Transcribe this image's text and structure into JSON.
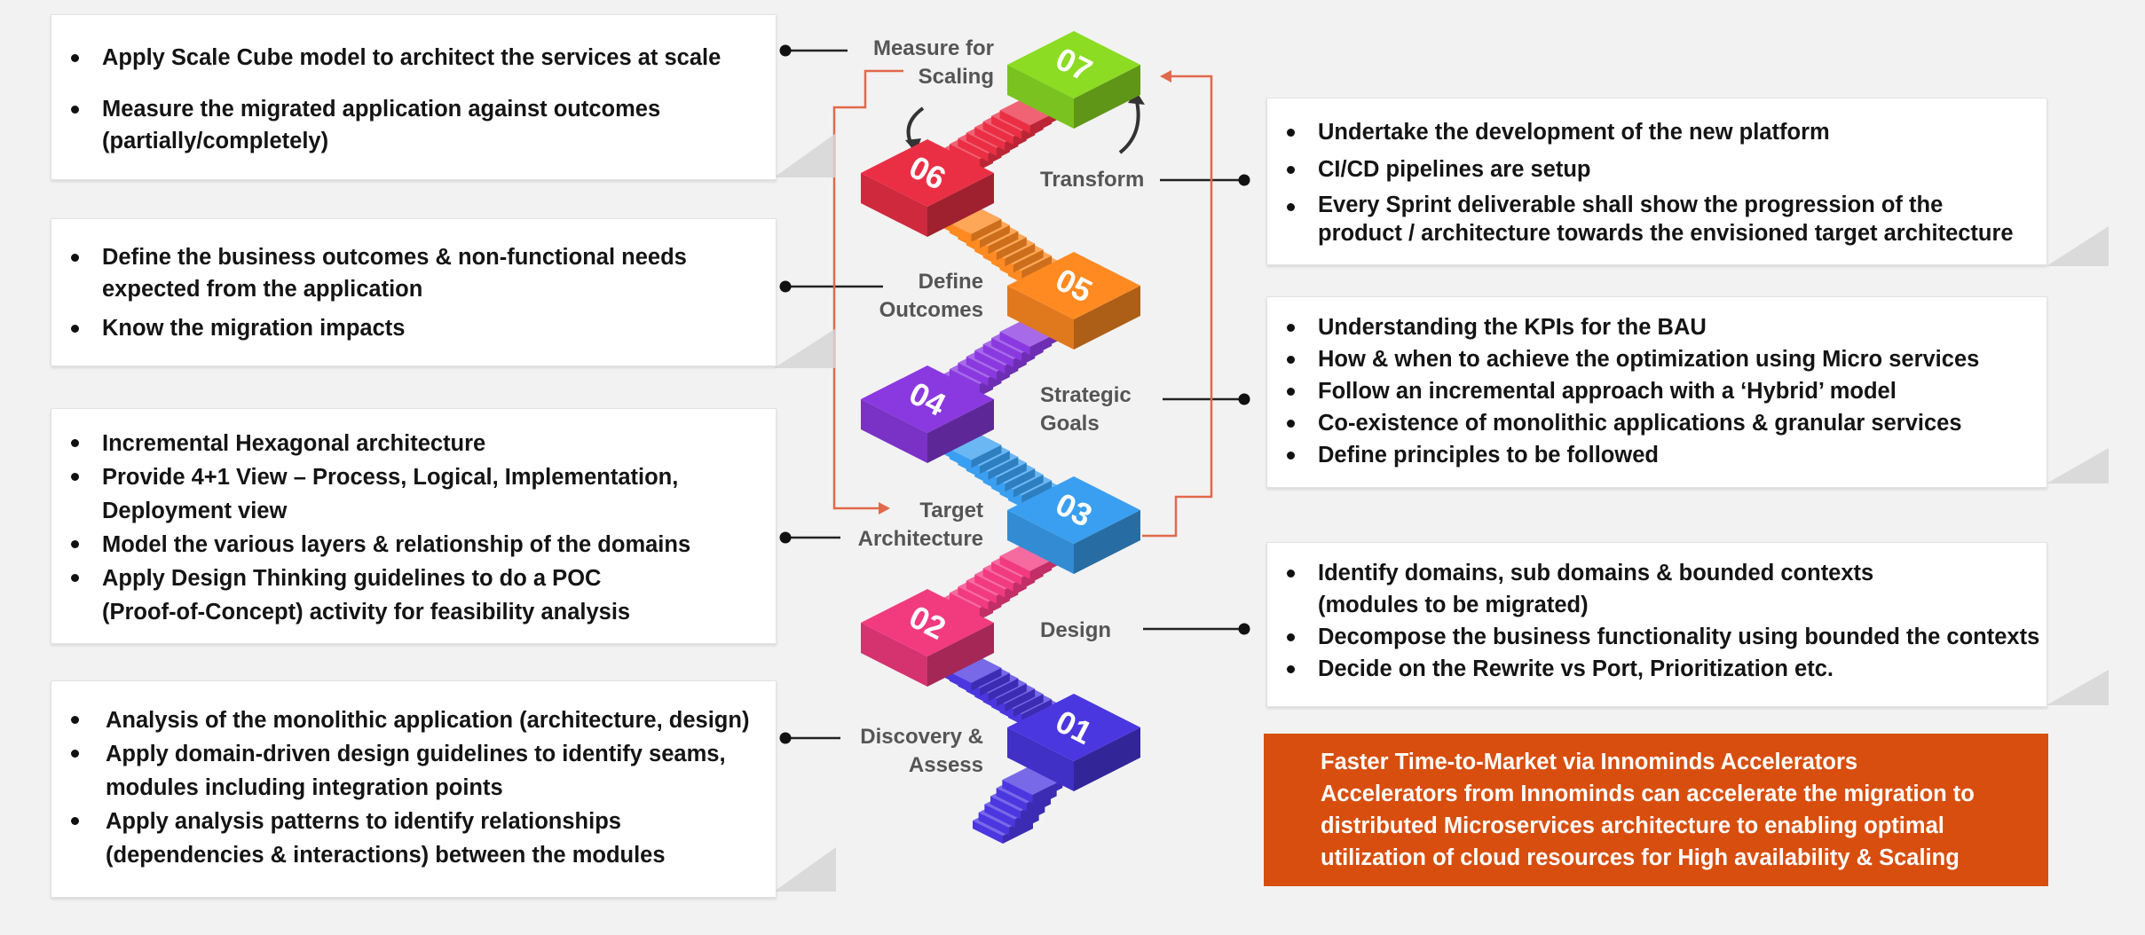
{
  "colors": {
    "accent_orange": "#d84e0e",
    "connector_arrow": "#e2684b",
    "step_01": "#4a37e0",
    "step_02": "#f23a7f",
    "step_03": "#3a9ff0",
    "step_04": "#8a39e0",
    "step_05": "#ff8a22",
    "step_06": "#ea2f45",
    "step_07": "#8bdc23"
  },
  "steps": [
    {
      "num": "01",
      "label_lines": [
        "Discovery &",
        "Assess"
      ]
    },
    {
      "num": "02",
      "label_lines": [
        "Design"
      ]
    },
    {
      "num": "03",
      "label_lines": [
        "Target",
        "Architecture"
      ]
    },
    {
      "num": "04",
      "label_lines": [
        "Strategic",
        "Goals"
      ]
    },
    {
      "num": "05",
      "label_lines": [
        "Define",
        "Outcomes"
      ]
    },
    {
      "num": "06",
      "label_lines": [
        "Transform"
      ]
    },
    {
      "num": "07",
      "label_lines": [
        "Measure for",
        "Scaling"
      ]
    }
  ],
  "cards": {
    "measure": {
      "items": [
        "Apply Scale Cube model to architect the services at scale",
        "Measure the migrated application against outcomes",
        "(partially/completely)"
      ]
    },
    "outcomes": {
      "items": [
        "Define the business outcomes & non-functional needs",
        "expected from the application",
        "Know the migration impacts"
      ]
    },
    "target": {
      "items": [
        "Incremental Hexagonal architecture",
        "Provide 4+1 View – Process, Logical, Implementation,",
        "Deployment view",
        "Model the various layers & relationship of the domains",
        "Apply Design Thinking guidelines to do a POC",
        "(Proof-of-Concept) activity for feasibility analysis"
      ]
    },
    "discovery": {
      "items": [
        "Analysis of the monolithic application (architecture, design)",
        "Apply domain-driven design guidelines to identify seams,",
        "modules including integration points",
        "Apply analysis patterns to identify relationships",
        "(dependencies & interactions) between the modules"
      ]
    },
    "transform": {
      "items": [
        "Undertake the development of the new platform",
        "CI/CD pipelines are setup",
        "Every Sprint deliverable shall show the progression of the",
        "product / architecture towards the envisioned target architecture"
      ]
    },
    "strategic": {
      "items": [
        "Understanding the KPIs for the BAU",
        "How & when to achieve the optimization using Micro services",
        "Follow an incremental approach with a ‘Hybrid’ model",
        "Co-existence of monolithic applications & granular services",
        "Define principles to be followed"
      ]
    },
    "design": {
      "items": [
        "Identify domains, sub domains & bounded contexts",
        "(modules to be migrated)",
        "Decompose the business functionality using bounded the contexts",
        "Decide on the Rewrite vs Port, Prioritization etc."
      ]
    }
  },
  "accelerator": {
    "title": "Faster Time-to-Market via Innominds Accelerators",
    "lines": [
      "Accelerators from Innominds can accelerate the migration to",
      "distributed Microservices architecture to enabling optimal",
      "utilization of cloud resources for High availability & Scaling"
    ]
  }
}
